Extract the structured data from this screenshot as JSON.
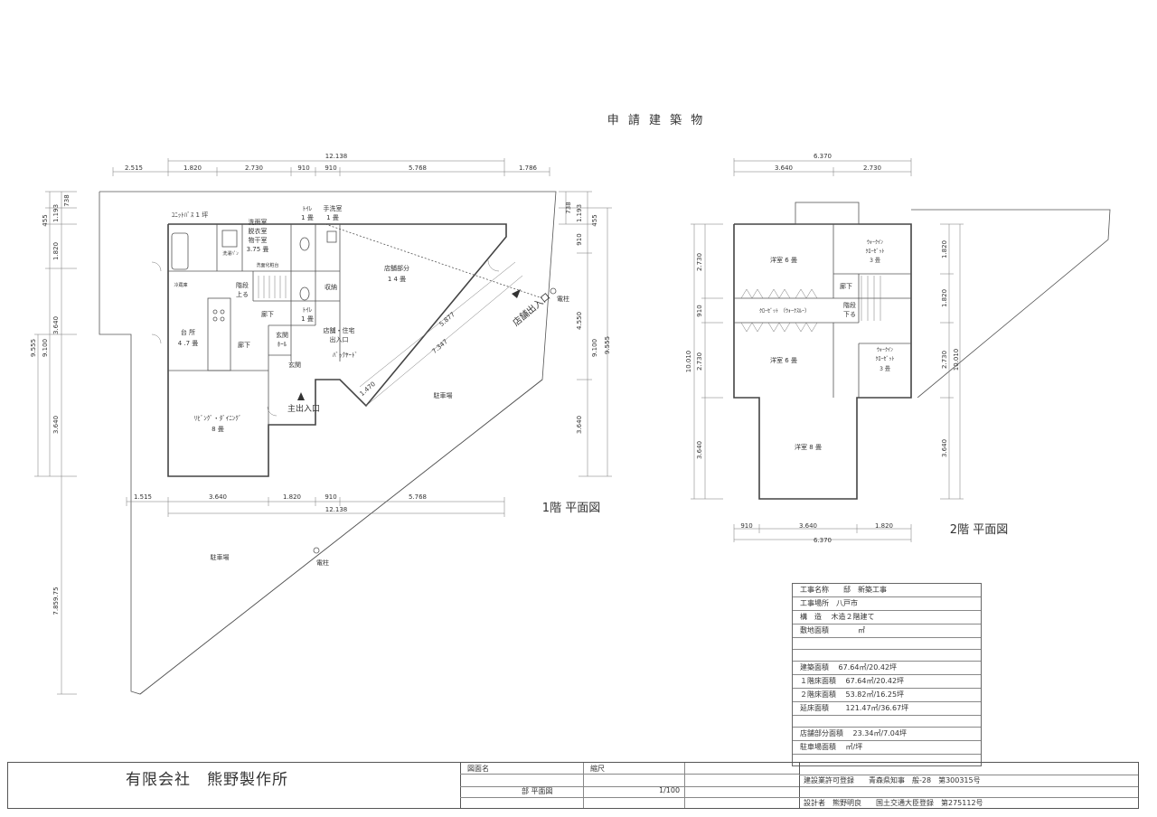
{
  "header": {
    "title": "申 請 建 築 物"
  },
  "floor1": {
    "caption": "1階 平面図",
    "rooms": {
      "unit_bath": "ﾕﾆｯﾄﾊﾞｽ 1 坪",
      "washroom": [
        "洗面室",
        "脱衣室",
        "物干室",
        "3.75 畳"
      ],
      "toilet1": [
        "ﾄｲﾚ",
        "1 畳"
      ],
      "handwash": [
        "手洗室",
        "1 畳"
      ],
      "store": [
        "店舗部分",
        "1 4 畳"
      ],
      "store_entrance": "店舗出入口",
      "pole1": "電柱",
      "fridge": "冷蔵庫",
      "washer": "洗濯ﾊﾟﾝ",
      "washstand": "洗面化粧台",
      "stairs_up": [
        "階段",
        "上る"
      ],
      "hall1": "廊下",
      "toilet2": [
        "ﾄｲﾚ",
        "1 畳"
      ],
      "storage": "収納",
      "kitchen": [
        "台 所",
        "4 .7 畳"
      ],
      "hall2": "廊下",
      "entrance_hall": [
        "玄関",
        "ﾎｰﾙ"
      ],
      "shop_home_entry": [
        "店舗・住宅",
        "出入口"
      ],
      "backyard": "ﾊﾞｯｸﾔｰﾄﾞ",
      "genkan": "玄関",
      "main_entrance": "主出入口",
      "living": [
        "ﾘﾋﾞﾝｸﾞ・ﾀﾞｲﾆﾝｸﾞ",
        "8 畳"
      ],
      "parking1": "駐車場",
      "parking2": "駐車場",
      "pole2": "電柱"
    },
    "dims_top": {
      "total": "12.138",
      "parts": [
        "2.515",
        "1.820",
        "2.730",
        "910",
        "910",
        "5.768",
        "1.786"
      ]
    },
    "dims_bottom": {
      "parts": [
        "1.515",
        "3.640",
        "1.820",
        "910",
        "5.768"
      ],
      "total": "12.138"
    },
    "dims_left": [
      "738",
      "1.193",
      "455",
      "1.820",
      "3.640",
      "9.555",
      "9.100",
      "3.640",
      "7.859.75"
    ],
    "dims_right": [
      "738",
      "1.193",
      "455",
      "910",
      "4.550",
      "9.100",
      "9.555",
      "3.640"
    ],
    "dims_diag": [
      "5.877",
      "7.347",
      "1.470"
    ]
  },
  "floor2": {
    "caption": "2階 平面図",
    "rooms": {
      "western1": "洋室 6 畳",
      "wic1": [
        "ｳｫｰｸｲﾝ",
        "ｸﾛｰｾﾞｯﾄ",
        "3 畳"
      ],
      "hall": "廊下",
      "closet": "ｸﾛｰｾﾞｯﾄ （ｳｫｰｸｽﾙｰ）",
      "stairs_down": [
        "階段",
        "下る"
      ],
      "western2": "洋室 6 畳",
      "wic2": [
        "ｳｫｰｸｲﾝ",
        "ｸﾛｰｾﾞｯﾄ",
        "3 畳"
      ],
      "western3": "洋室 8 畳"
    },
    "dims_top": {
      "total": "6.370",
      "parts": [
        "3.640",
        "2.730"
      ]
    },
    "dims_bottom": {
      "parts": [
        "910",
        "3.640",
        "1.820"
      ],
      "total": "6.370"
    },
    "dims_left": [
      "2.730",
      "910",
      "10.010",
      "2.730",
      "3.640"
    ],
    "dims_right": [
      "1.820",
      "1.820",
      "2.730",
      "10.010",
      "3.640"
    ]
  },
  "info": {
    "rows": [
      "工事名称　　邸　新築工事",
      "工事場所　八戸市",
      "構　造　 木造２階建て",
      "敷地面積　　　　㎡",
      "",
      "",
      " 建築面積　 67.64㎡/20.42坪",
      " １階床面積　 67.64㎡/20.42坪",
      " ２階床面積　 53.82㎡/16.25坪",
      " 延床面積　　 121.47㎡/36.67坪",
      "",
      " 店舗部分面積　 23.34㎡/7.04坪",
      " 駐車場面積　 ㎡/坪",
      ""
    ]
  },
  "footer": {
    "company": "有限会社　熊野製作所",
    "drawing_name_label": "図面名",
    "scale_label": "縮尺",
    "drawing_name": "部 平面図",
    "scale": "1/100",
    "license": "建設業許可登録　　青森県知事　般-28　第300315号",
    "designer": "設計者　熊野明良　　国土交通大臣登録　第275112号"
  }
}
